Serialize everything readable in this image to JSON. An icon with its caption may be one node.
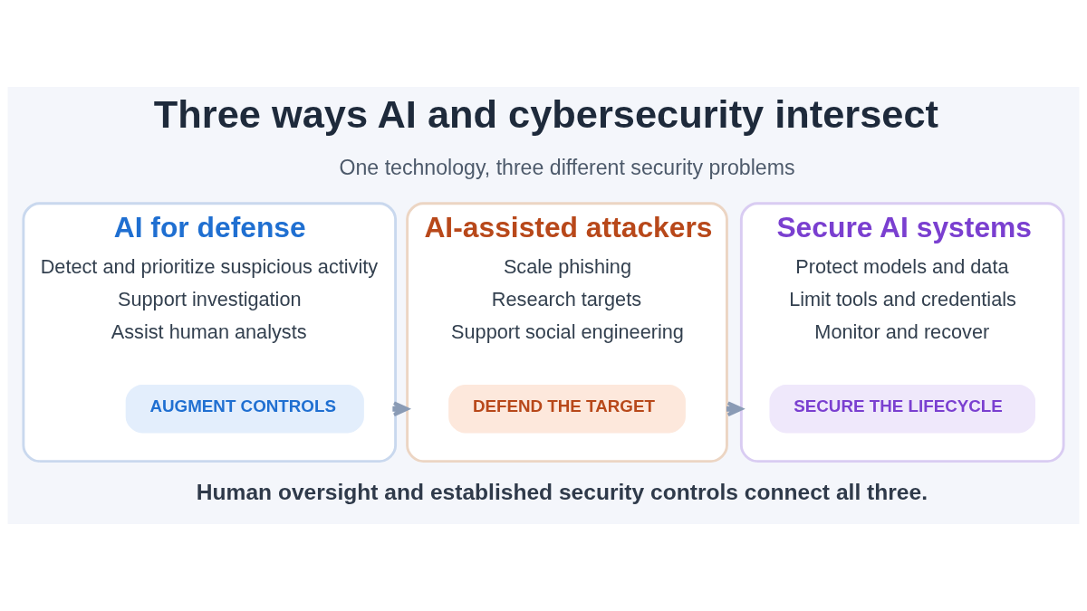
{
  "diagram": {
    "title": "Three ways AI and cybersecurity intersect",
    "caption": "Human oversight and established security controls connect all three.",
    "nodes": [
      {
        "text": [
          "AI for defense",
          "Detect and prioritize suspicious activity",
          "Support investigation",
          "Assist human analysts"
        ]
      },
      {
        "text": [
          "AUGMENT CONTROLS"
        ],
        "in": 0
      },
      {
        "text": [
          "AI-assisted attackers",
          "Scale phishing",
          "Research targets",
          "Support social engineering"
        ]
      },
      {
        "text": [
          "DEFEND THE TARGET"
        ],
        "in": 2
      },
      {
        "text": [
          "Secure AI systems",
          "Protect models and data",
          "Limit tools and credentials",
          "Monitor and recover"
        ]
      },
      {
        "text": [
          "SECURE THE LIFECYCLE"
        ],
        "in": 4
      }
    ],
    "edges": [
      {
        "from": 0,
        "to": 2,
        "arrow": "to"
      },
      {
        "from": 2,
        "to": 4,
        "arrow": "to"
      }
    ],
    "labels": [
      "One technology, three different security problems"
    ]
  }
}
